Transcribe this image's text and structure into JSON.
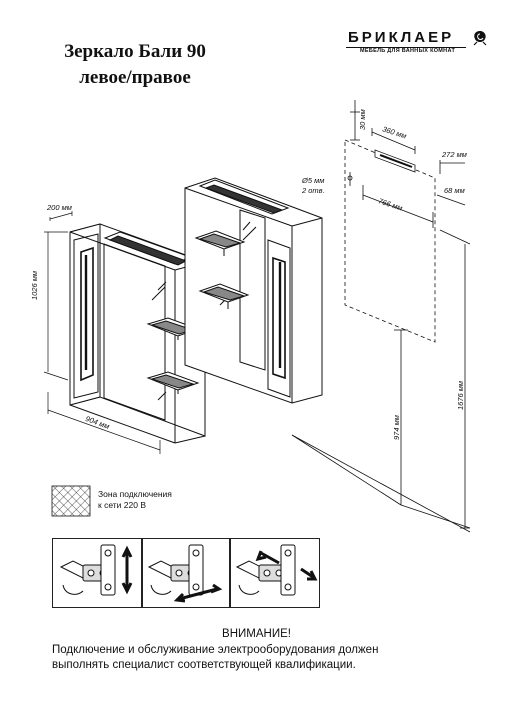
{
  "title": {
    "line1": "Зеркало Бали 90",
    "line2": "левое/правое"
  },
  "brand": {
    "name": "БРИКЛАЕР",
    "tagline": "МЕБЕЛЬ ДЛЯ ВАННЫХ КОМНАТ"
  },
  "dimensions": {
    "depth": "200 мм",
    "height": "1026 мм",
    "width": "904 мм",
    "top_offset": "30 мм",
    "shelf_width": "360 мм",
    "side_offset": "272 мм",
    "hole_diameter": "Ø5 мм",
    "hole_count": "2 отв.",
    "hole_spacing": "766 мм",
    "edge_offset": "68 мм",
    "floor_to_socket": "974 мм",
    "floor_to_holes": "1676 мм"
  },
  "legend": {
    "line1": "Зона подключения",
    "line2": "к сети 220 В"
  },
  "warning": {
    "title": "ВНИМАНИЕ!",
    "line1": "Подключение и обслуживание электрооборудования должен",
    "line2": "выполнять специалист соответствующей квалификации."
  }
}
